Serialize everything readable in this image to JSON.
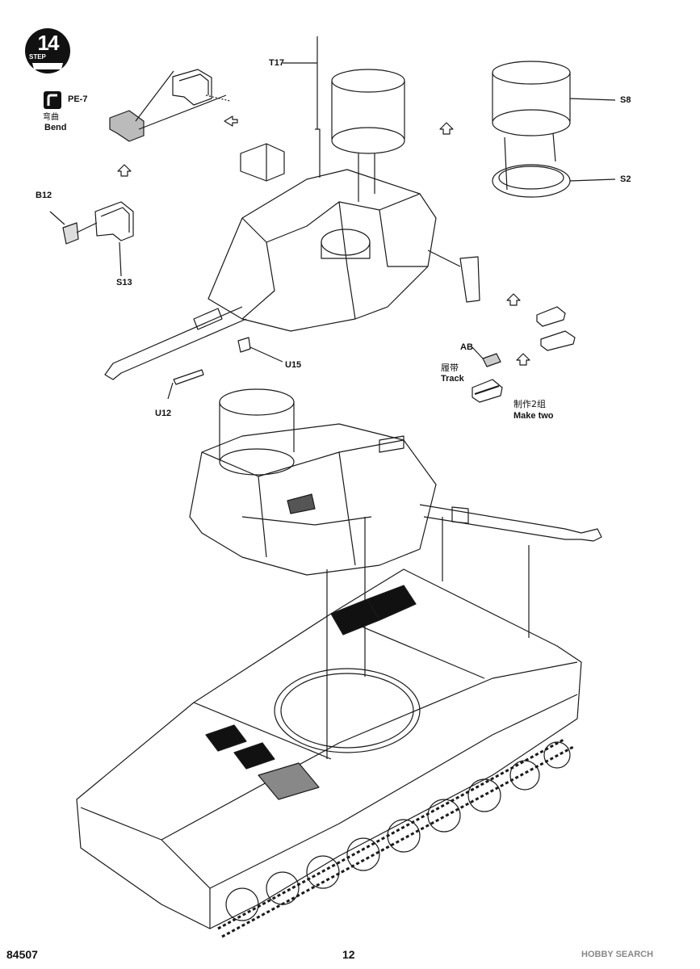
{
  "step": {
    "number": "14",
    "word": "STEP"
  },
  "labels": {
    "pe7": "PE-7",
    "bend_cn": "弯曲",
    "bend_en": "Bend",
    "t17": "T17",
    "s8": "S8",
    "s2": "S2",
    "b12": "B12",
    "s13": "S13",
    "u15": "U15",
    "u12": "U12",
    "ab": "AB",
    "track_cn": "履带",
    "track_en": "Track",
    "make_two_cn": "制作2组",
    "make_two_en": "Make two"
  },
  "footer": {
    "code": "84507",
    "page": "12",
    "watermark": "HOBBY SEARCH"
  },
  "icons": [
    "step-badge-icon",
    "bend-icon",
    "assembly-arrow-icon"
  ]
}
